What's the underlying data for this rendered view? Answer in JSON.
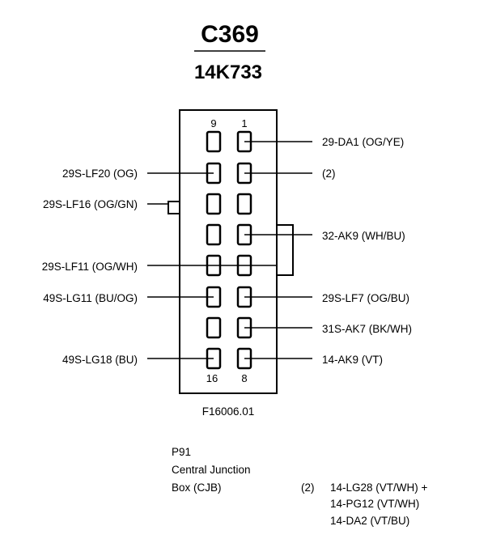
{
  "header": {
    "title": "C369",
    "subtitle": "14K733"
  },
  "connector": {
    "top_left_pin": "9",
    "top_right_pin": "1",
    "bottom_left_pin": "16",
    "bottom_right_pin": "8",
    "figure_ref": "F16006.01"
  },
  "right_labels": [
    "29-DA1 (OG/YE)",
    "(2)",
    "32-AK9 (WH/BU)",
    "29S-LF7 (OG/BU)",
    "31S-AK7 (BK/WH)",
    "14-AK9 (VT)"
  ],
  "left_labels": [
    "29S-LF20 (OG)",
    "29S-LF16 (OG/GN)",
    "29S-LF11 (OG/WH)",
    "49S-LG11 (BU/OG)",
    "49S-LG18 (BU)"
  ],
  "footer": {
    "location": [
      "P91",
      "Central Junction",
      "Box (CJB)"
    ],
    "note_marker": "(2)",
    "note_lines": [
      "14-LG28 (VT/WH) +",
      "14-PG12 (VT/WH)",
      "14-DA2 (VT/BU)"
    ]
  }
}
